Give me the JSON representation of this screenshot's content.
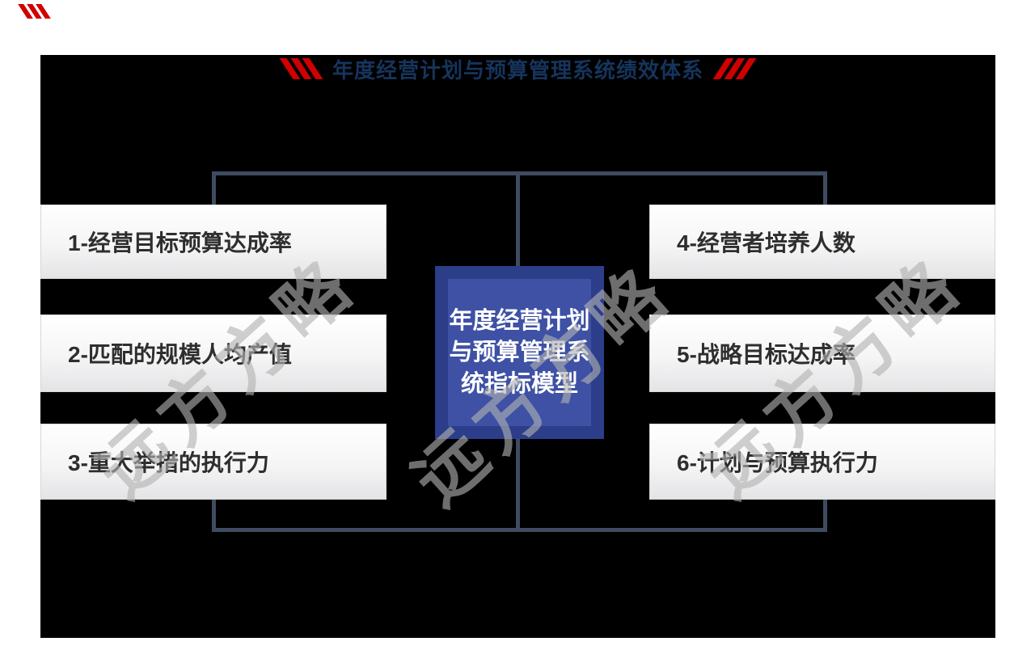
{
  "page": {
    "title": "年度经营计划与预算管理系统绩效体系"
  },
  "center_model": {
    "full_text": "年度经营计划与预算管理系统指标模型",
    "lines": [
      "年度经营计划",
      "与预算管理系",
      "统指标模型"
    ]
  },
  "indicators": {
    "left": [
      {
        "label": "1-经营目标预算达成率"
      },
      {
        "label": "2-匹配的规模人均产值"
      },
      {
        "label": "3-重大举措的执行力"
      }
    ],
    "right": [
      {
        "label": "4-经营者培养人数"
      },
      {
        "label": "5-战略目标达成率"
      },
      {
        "label": "6-计划与预算执行力"
      }
    ]
  },
  "watermark": {
    "text": "远方方略"
  },
  "colors": {
    "background_panel": "#000000",
    "accent_red": "#cf0000",
    "title_navy": "#16345c",
    "connector_line": "#3e4b60",
    "center_box_outer": "#2c3e8a",
    "center_box_inner": "#3e51a4",
    "kpi_box_top": "#ffffff",
    "kpi_box_bottom": "#e4e4e6",
    "kpi_text": "#2e2e2e",
    "watermark_gray": "#b2b2b2"
  }
}
